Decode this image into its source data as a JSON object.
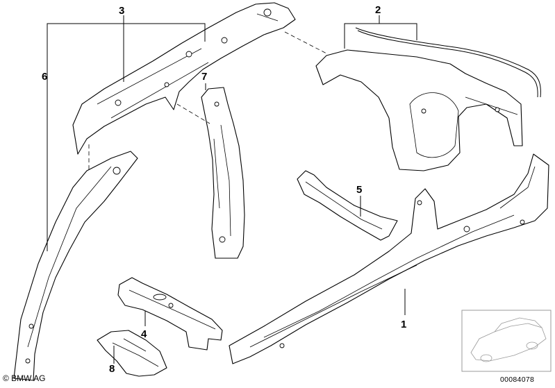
{
  "callouts": [
    {
      "id": "1",
      "label": "1"
    },
    {
      "id": "2",
      "label": "2"
    },
    {
      "id": "3",
      "label": "3"
    },
    {
      "id": "4",
      "label": "4"
    },
    {
      "id": "5",
      "label": "5"
    },
    {
      "id": "6",
      "label": "6"
    },
    {
      "id": "7",
      "label": "7"
    },
    {
      "id": "8",
      "label": "8"
    }
  ],
  "footer": {
    "copyright": "© BMW AG",
    "part_number": "00084078"
  },
  "thumbnail": {
    "icon": "car-thumbnail-icon"
  }
}
